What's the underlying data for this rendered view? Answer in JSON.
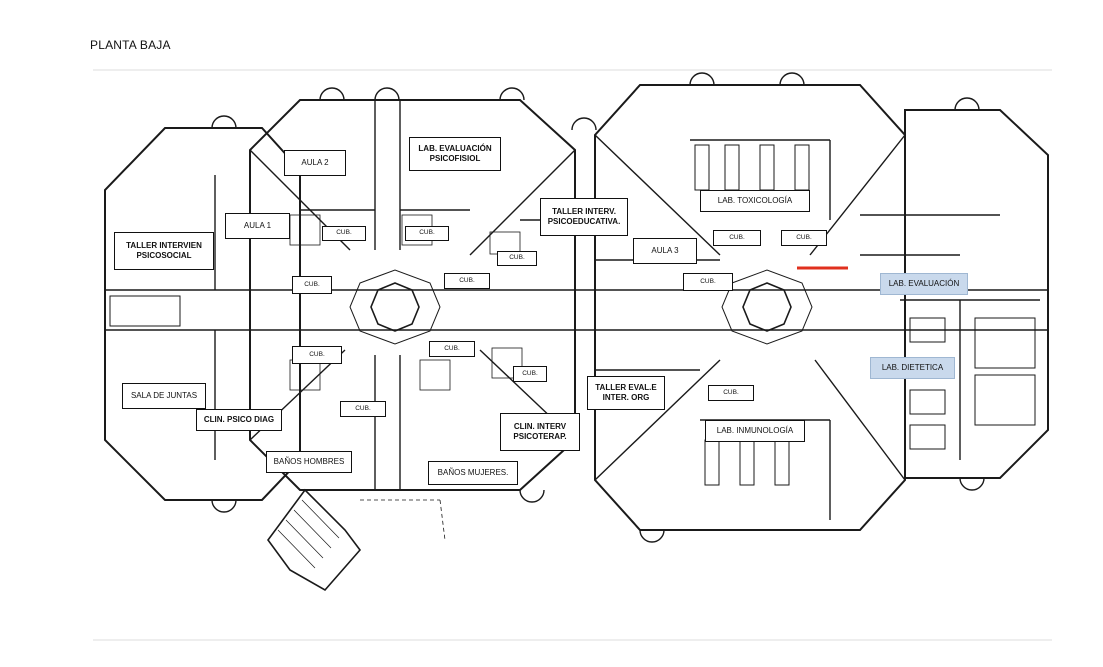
{
  "plan": {
    "title": "PLANTA BAJA",
    "rooms": {
      "aula2": "AULA 2",
      "lab_eval_psicofisiol": "LAB. EVALUACIÓN\nPSICOFISIOL",
      "aula1": "AULA 1",
      "taller_interv_psicosocial": "TALLER INTERVIEN\nPSICOSOCIAL",
      "taller_interv_psicoeducativa": "TALLER INTERV.\nPSICOEDUCATIVA.",
      "aula3": "AULA 3",
      "lab_toxicologia": "LAB. TOXICOLOGÍA",
      "lab_evaluacion": "LAB. EVALUACIÓN",
      "lab_dietetica": "LAB. DIETETICA",
      "sala_de_juntas": "SALA DE JUNTAS",
      "clin_psico_diag": "CLIN. PSICO DIAG",
      "banos_hombres": "BAÑOS HOMBRES",
      "banos_mujeres": "BAÑOS MUJERES.",
      "clin_interv_psicoterap": "CLIN. INTERV\nPSICOTERAP.",
      "taller_eval_inter_org": "TALLER EVAL.E\nINTER. ORG",
      "lab_inmunologia": "LAB. INMUNOLOGÍA"
    },
    "cubicle_label": "CUB.",
    "colors": {
      "highlight_blue": "#c9d9ec",
      "marker_red": "#e0301e",
      "line": "#1a1a1a"
    }
  }
}
